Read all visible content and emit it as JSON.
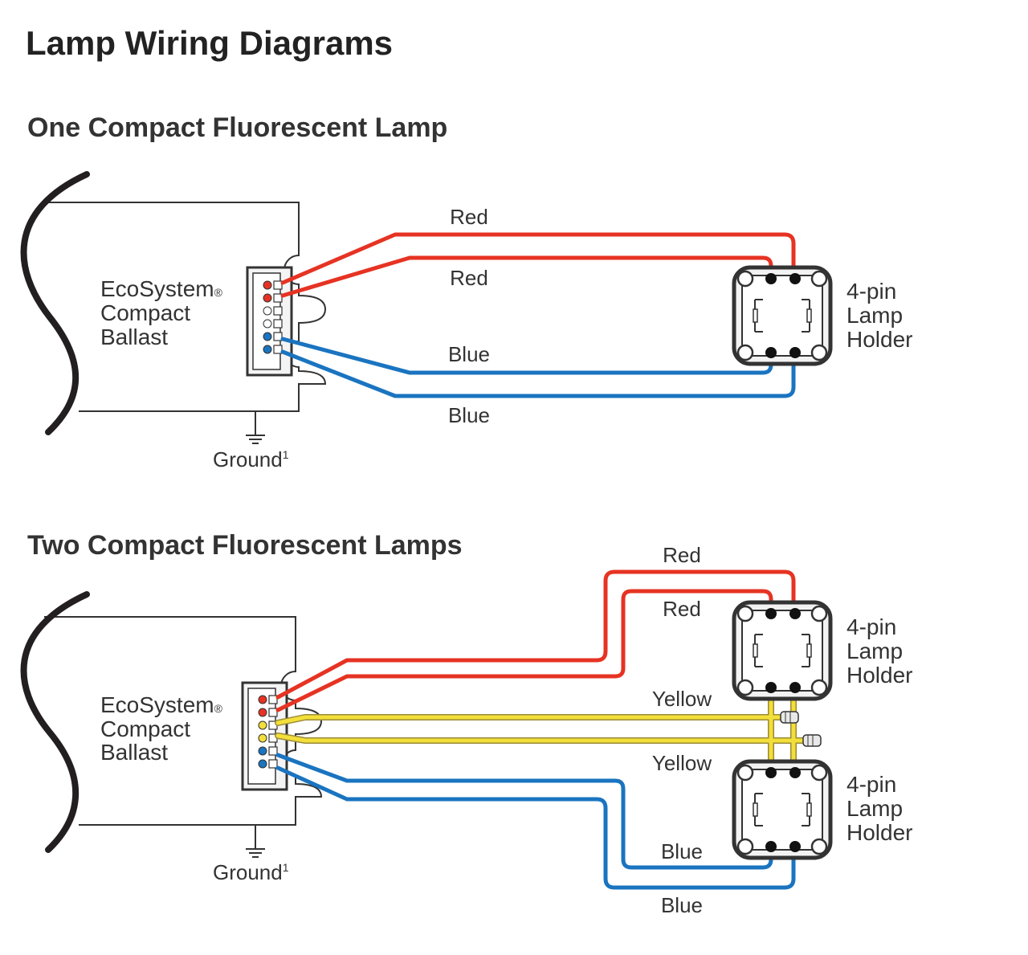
{
  "title": "Lamp Wiring Diagrams",
  "diagrams": [
    {
      "heading": "One Compact Fluorescent Lamp",
      "ballast": {
        "line1": "EcoSystem",
        "registered": "®",
        "line2": "Compact",
        "line3": "Ballast"
      },
      "ground": {
        "text": "Ground",
        "footnote": "1"
      },
      "wire_labels": [
        "Red",
        "Red",
        "Blue",
        "Blue"
      ],
      "holders": [
        {
          "line1": "4-pin",
          "line2": "Lamp",
          "line3": "Holder"
        }
      ]
    },
    {
      "heading": "Two Compact Fluorescent Lamps",
      "ballast": {
        "line1": "EcoSystem",
        "registered": "®",
        "line2": "Compact",
        "line3": "Ballast"
      },
      "ground": {
        "text": "Ground",
        "footnote": "1"
      },
      "wire_labels": [
        "Red",
        "Red",
        "Yellow",
        "Yellow",
        "Blue",
        "Blue"
      ],
      "holders": [
        {
          "line1": "4-pin",
          "line2": "Lamp",
          "line3": "Holder"
        },
        {
          "line1": "4-pin",
          "line2": "Lamp",
          "line3": "Holder"
        }
      ]
    }
  ],
  "colors": {
    "red_wire": "#e63323",
    "blue_wire": "#1a74c0",
    "yellow_wire": "#f2df3a",
    "yellow_outline": "#9a8a38",
    "outline": "#333333",
    "curve": "#231f20",
    "holder_fill": "#f2f2f2"
  }
}
